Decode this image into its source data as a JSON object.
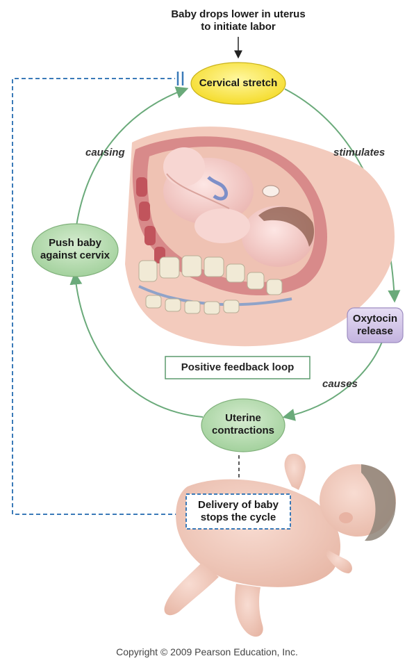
{
  "top_label": {
    "line1": "Baby drops lower in uterus",
    "line2": "to initiate labor"
  },
  "nodes": {
    "cervical_stretch": "Cervical stretch",
    "oxytocin_line1": "Oxytocin",
    "oxytocin_line2": "release",
    "uterine_line1": "Uterine",
    "uterine_line2": "contractions",
    "push_line1": "Push baby",
    "push_line2": "against cervix",
    "delivery_line1": "Delivery of baby",
    "delivery_line2": "stops the cycle"
  },
  "edge_labels": {
    "stimulates": "stimulates",
    "causes": "causes",
    "causing": "causing"
  },
  "loop_title": "Positive feedback loop",
  "copyright": "Copyright © 2009 Pearson Education, Inc.",
  "colors": {
    "arrow_green": "#6aaa7a",
    "dashed_blue": "#3a7ab8",
    "cervical_fill": "#fbe95a",
    "oxytocin_fill": "#d8cdea",
    "green_node_fill": "#b9dcb3"
  }
}
